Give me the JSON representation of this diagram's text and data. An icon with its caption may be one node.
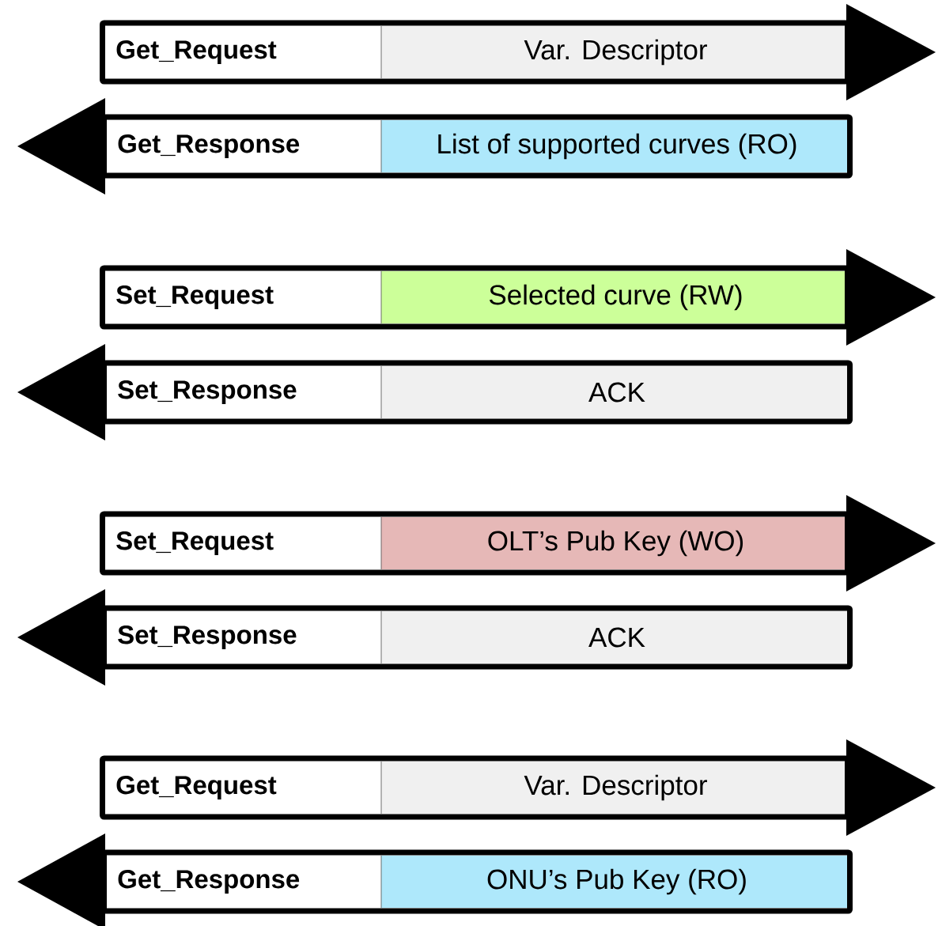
{
  "diagram": {
    "nodes": [
      {
        "text": [
          "Get_Request",
          "Var. Descriptor"
        ]
      },
      {
        "text": [
          "Get_Response",
          "List of supported curves (RO)"
        ]
      },
      {
        "text": [
          "Set_Request",
          "Selected curve (RW)"
        ]
      },
      {
        "text": [
          "Set_Response",
          "ACK"
        ]
      },
      {
        "text": [
          "Set_Request",
          "OLT’s Pub Key (WO)"
        ]
      },
      {
        "text": [
          "Set_Response",
          "ACK"
        ]
      },
      {
        "text": [
          "Get_Request",
          "Var. Descriptor"
        ]
      },
      {
        "text": [
          "Get_Response",
          "ONU’s Pub Key (RO)"
        ]
      }
    ]
  }
}
